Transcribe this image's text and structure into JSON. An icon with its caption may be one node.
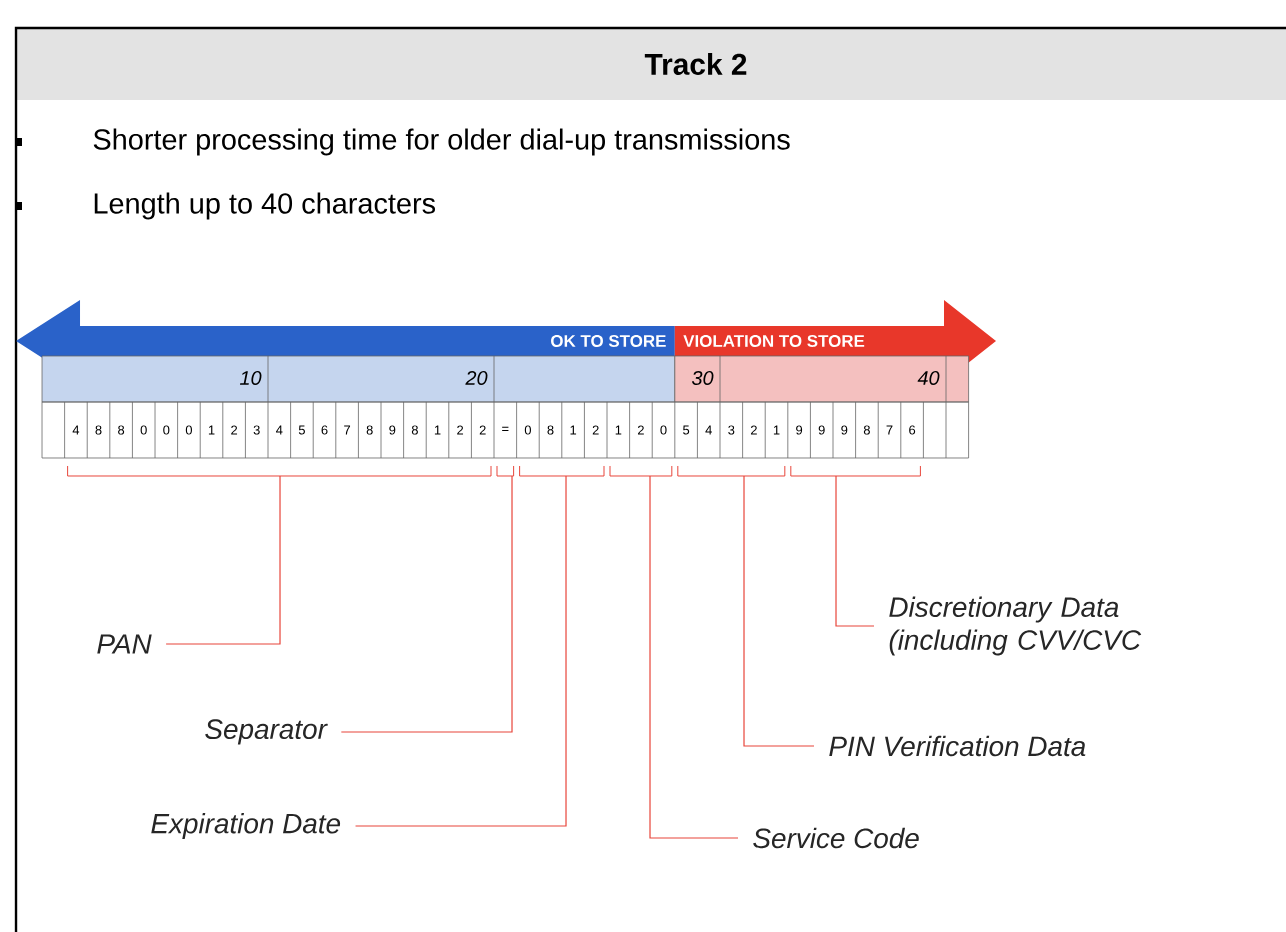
{
  "diagram": {
    "title": "Track 2",
    "nodes": [
      {
        "text": [
          "PAN"
        ]
      },
      {
        "text": [
          "Separator"
        ]
      },
      {
        "text": [
          "Expiration Date"
        ]
      },
      {
        "text": [
          "Service Code"
        ]
      },
      {
        "text": [
          "PIN Verification Data"
        ]
      },
      {
        "text": [
          "Discretionary Data (including CVV/CVC"
        ]
      }
    ],
    "edges": [
      {
        "from": 0,
        "to": null,
        "arrow": "none"
      },
      {
        "from": 1,
        "to": null,
        "arrow": "none"
      },
      {
        "from": 2,
        "to": null,
        "arrow": "none"
      },
      {
        "from": 3,
        "to": null,
        "arrow": "none"
      },
      {
        "from": 4,
        "to": null,
        "arrow": "none"
      },
      {
        "from": 5,
        "to": null,
        "arrow": "none"
      }
    ],
    "labels": [
      "Shorter processing time for older dial-up transmissions",
      "Length up to 40 characters",
      "OK TO STORE",
      "VIOLATION TO STORE",
      "10",
      "20",
      "30",
      "40",
      "4",
      "8",
      "8",
      "0",
      "0",
      "0",
      "1",
      "2",
      "3",
      "4",
      "5",
      "6",
      "7",
      "8",
      "9",
      "8",
      "1",
      "2",
      "2",
      "=",
      "0",
      "8",
      "1",
      "2",
      "1",
      "2",
      "0",
      "5",
      "4",
      "3",
      "2",
      "1",
      "9",
      "9",
      "9",
      "8",
      "7",
      "6"
    ]
  }
}
